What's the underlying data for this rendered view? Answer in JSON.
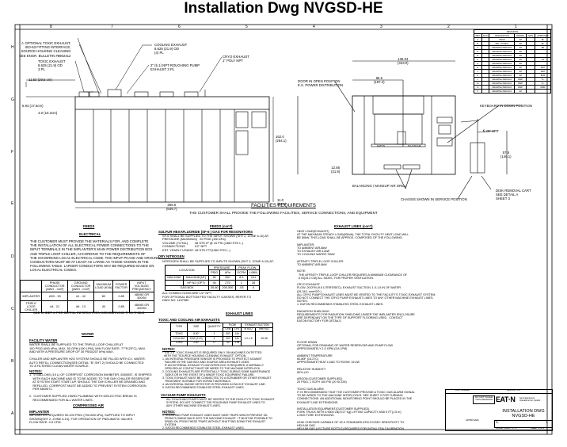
{
  "title": "Installation Dwg NVGSD-HE",
  "zones_columns": [
    "8",
    "7",
    "6",
    "5",
    "4",
    "3",
    "2",
    "1"
  ],
  "zones_rows": [
    "H",
    "G",
    "F",
    "E",
    "D",
    "C",
    "B",
    "A"
  ],
  "front_callouts": {
    "optional_toxic": "⚠ OPTIONAL TOXIC EXHAUST,\nISO-63 FITTING INTERFACE,\nSOURCE HOUSING CLEANING\nSEE ENGR. BULLETIN #8902412",
    "toxic": "TOXIC EXHAUST\n8.625 (21.9) OD\n3 PL",
    "cooling": "COOLING EXHAUST\n8.625 (21.9) OD\n(4) PL",
    "roughing": "2\" (5.1) NPT ROUGHING PUMP\nEXHAUST 3 PL",
    "cryo": "CRYO EXHAUST\n1\" POLY NPT",
    "dim_1153": "11.53 (29.5 cm)",
    "dim_694": "6.94 (17.6cm)",
    "dim_40": "4.0 (10.2cm)",
    "dim_width": "256.6\n(649.7)",
    "dim_height": "162.0\n(284.1)",
    "dim_110": "11.0\n(27.9)"
  },
  "side_callouts": {
    "door": "DOOR IN OPEN POSITION\nE.S. POWER DISTRIBUTION",
    "dim_total": "135.04\n(343.0)",
    "dim_mid": "85.6\n(187.4)",
    "keyboard": "KEYBOARD IN DOWN POSITION",
    "crt": "℄ OF CRT",
    "dim_crt": "57.8\n(146.1)",
    "dim_1256": "12.56\n(31.9)",
    "grill": "BALANCING / MAKEUP AIR GRILL",
    "chassis": "CHASSIS SHOWN IN SERVICE POSITION",
    "cart": "DISK REMOVAL CART\nSEE DETAIL A\nSHEET 3",
    "brand_left": "EATON",
    "brand_right": "NV-GSD-HE"
  },
  "revisions": {
    "title": "REVISIONS",
    "headers": [
      "REV",
      "ECO",
      "DESCRIPTION",
      "DRAWN",
      "DATE",
      "APPROVED"
    ],
    "rows": [
      [
        "A",
        "",
        "ISSUE",
        "JM",
        "",
        "BL"
      ],
      [
        "B",
        "",
        "REL. TO MFG",
        "JM",
        "",
        "BL"
      ],
      [
        "C",
        "",
        "DRAWING PER ECO",
        "JM",
        "",
        "RE"
      ],
      [
        "D",
        "",
        "DRAWING PER ECO",
        "JM",
        "",
        ""
      ],
      [
        "E",
        "",
        "DRAWING PER ECO",
        "JM",
        "",
        ""
      ],
      [
        "F",
        "",
        "DRAWING PER ECO",
        "JM",
        "",
        "DJ"
      ],
      [
        "G",
        "",
        "DRAWING PER ECO",
        "JM",
        "",
        ""
      ],
      [
        "H",
        "",
        "DRAWING PER ECO",
        "JM",
        "",
        "MRT"
      ],
      [
        "J",
        "",
        "DRAWING PER ECO",
        "JM",
        "",
        "MRT"
      ],
      [
        "K",
        "",
        "DRAWING PER ECO",
        "JM",
        "",
        "BLM"
      ],
      [
        "L",
        "",
        "DRAWING PER ECO",
        "RMP",
        "",
        "T.L."
      ],
      [
        "M",
        "",
        "DRAWING PER ECO",
        "RMP",
        "",
        "T.L."
      ],
      [
        "N",
        "",
        "DRAWING PER ECO",
        "RMP",
        "",
        "MRR"
      ],
      [
        "P",
        "",
        "DRAWING PER ECO",
        "JM",
        "",
        ""
      ]
    ]
  },
  "facilities": {
    "heading": "FACILITIES REQUIREMENTS",
    "subheading": "THE CUSTOMER SHALL PROVIDE THE FOLLOWING FACILITIES, SERVICE CONNECTIONS, AND EQUIPMENT"
  },
  "feeds_electrical": {
    "heading": "FEEDS",
    "sub": "ELECTRICAL",
    "body": "THE CUSTOMER MUST PROVIDE THE MATERIALS FOR, AND COMPLETE\nTHE INSTALLATION OF ALL ELECTRICAL POWER CONNECTIONS TO THE\nINPUT TERMINALS IN THE IMPLANTER'S MAIN POWER DISTRIBUTION BOX\nAND TRIPLE LOOP CHILLER, ACCORDING TO THE REQUIREMENTS OF\nTHE GOVERNING LOCAL ELECTRICAL CODE. THE INPUT PHASE AND GROUND\nCONDUCTORS MUST BE AT LEAST AS LARGE AS THOSE SHOWN IN THE\nFOLLOWING TABLE. LARGER CONDUCTORS MAY BE REQUIRED BASED ON\nLOCAL ELECTRICAL CODES.",
    "table_headers": [
      "",
      "PHASE CONDUCTOR (AWG - mm²)",
      "GROUND CONDUCTOR (AWG - mm²)",
      "MAXIMUM LOAD (KVA)",
      "POWER FACTOR",
      "INPUT VOLTAGE/ FREQUENCY"
    ],
    "table_rows": [
      [
        "IMPLANTER",
        "#0/0 - 53",
        "#1 - 42",
        "80",
        "0.85",
        "480/60 OR 400/50"
      ],
      [
        "TRIPLE LOOP CHILLER",
        "#4 - 21",
        "#6 - 13",
        "40",
        "0.85",
        "480/60 OR 400/50"
      ]
    ],
    "note": "SEE SHEET 3 FOR DETAIL INFORMATION CONCERNING THIS TABLE"
  },
  "water": {
    "heading": "WATER",
    "sub": "FACILITY WATER",
    "body": "WATER SHALL BE SUPPLIED TO THE TRIPLE-LOOP CHILLER AT\n100 PSIG (690 kPa), MAX. 50 GPM (190 LPM), MIN FLOW RATE. 77°F(25°C), MAX.\nAND WITH A PRESSURE DROP OF 30 PSID(207 kPa) MAX.\n\nCHILLER AND IMPLANTER H2O SYSTEM SHOULD BE FILLED WITH D.I. WATER.\nAUTO REFILL CONNECTION(SEE DETAIL \"B\",SHT 2) SHOULD BE CONNECTED\nTO A FILTERED CLEAN WATER SOURCE.",
    "notes_label": "NOTES:",
    "notes": "1.  5 GALLONS (19 L) OF CORRPOST CORROSION INHIBITER, 8300057, IS SHIPPED\n    WITH EACH MACHINE AND IS TO BE ADDED TO THE DI/H CHILLER RESERVOIR\n    AT SYSTEM START START-UP. SHOULD THE DI/H CHILLER BE DRAINED AND\n    REFILLED, CORRPOST MUST BE ADDED TO PREVENT SYSTEM CORROSION\n    PER 8800571.\n\n2.  CUSTOMER SUPPLIED HARD PLUMBING WITH DIELECTRIC BREAK IS\n    RECOMMENDED FOR ALL WATER LINES."
  },
  "compressed_air": {
    "heading": "COMPRESSED AIR",
    "sub": "IMPLANTER",
    "body": "IMPLANTER REQUIRES 90-100 PSIG (700-800 kPa), SUPPLIED TO INPUT\nSHOWN(SHT 2, ZONE 6-10), FOR OPERATION OF PNEUMATIC VALVES.\nFLOW RATE: 0.5 CFM."
  },
  "feeds_gas": {
    "heading": "FEEDS (con't)",
    "sf6_heading": "SULFUR HEXAFLUORIDE (SF-6 ) GAS FOR RESONATORS",
    "sf6_body": "SF-6 SHALL BE SUPPLIED TO THE INPUT SHOWN (SHT 2, ZONE 6-10) AT:\nPRESSURE (MAXIMUM)   20 PSIG (330 kPa)\nVOLUME (TOTAL)        48 STD ft³ @ 15 PSI (1360 STD L.)\nCONNECTIONS           1/2\" NPT\nEST. YEARLY USAGE: 48 STD FT³(1360 STD L.)",
    "n2_heading": "DRY NITROGEN",
    "n2_body": "NITROGEN SHALL BE SUPPLIED TO INPUTS SHOWN (SHT 2, ZONE 6-10) AT:",
    "n2_table_headers": [
      "LOCATION",
      "PRESSURE",
      "PEAK FLOW"
    ],
    "n2_table_sub": [
      "PSIG",
      "kPa",
      "SCFM",
      "L/MIN"
    ],
    "n2_rows": [
      [
        "MACHINE",
        "MACHINE(NF)",
        "80",
        "550",
        "8.5",
        "241"
      ],
      [
        "",
        "HP N2 (OPT)",
        "40",
        "275",
        "1",
        "28"
      ],
      [
        "GAS BOX",
        "",
        "30-60",
        "200-500",
        ".03",
        "6"
      ]
    ],
    "note1": "ALL CONNECTIONS ARE 1/2\" NPT",
    "note2": "FOR OPTIONAL BOTTOM FED FACILITY GASSES, REFER TO\nDWG NO. 1157980"
  },
  "exhaust_lines": {
    "heading": "EXHAUST LINES",
    "sub": "TOXIC AND COOLING AIR EXHAUSTS",
    "table_headers": [
      "TYPE",
      "SIZE",
      "QUANTITY",
      "FLOW",
      "EXHAUST SUCTION"
    ],
    "table_sub": [
      "CFM",
      "LPS",
      "in H2O",
      "mm H2O"
    ],
    "rows": [
      [
        "TOXIC",
        "8.50\"",
        "2",
        "500",
        "14k",
        "1.0-1.5",
        "25-38"
      ],
      [
        "COOLING",
        "8.62\"(21.9)",
        "4",
        "300",
        "14k",
        "",
        ""
      ],
      [
        "TOXIC",
        "2.50\"",
        "1*",
        "40",
        "1.9k",
        "",
        ""
      ]
    ],
    "notes_label": "NOTES:",
    "notes": "* THE 2.5\" TOXIC EXHAUST IS REQUIRED ONLY ON MACHINES OUTFITTED\n  WITH THE \"SOURCE HOUSING CLEANING EXHAUST\" OPTION.\n1. AN INTEGRAL PRESSURE SENSOR IS PROVIDED TO PROTECT AGAINST\n   FAILURE IN THE GAS BOX AND SOURCE AREA EXHAUST LINES.\n   IF AN EXTERNAL EXHAUST FLOW INTERLOCK IS REQUIRED, A NORMALLY\n   OPEN RELAY CONTACT MUST BE WIRED TO THE MACHINE INTERLOCK.\n2. COOLING EXHAUSTS ARE POTENTIALLY TOXIC DURING SOME MAINTENANCE\n   TASKS OR IN THE EVENT OF A MINOR TOXIC EQUIPMENT FAILURE.\n3. TOXIC EXHAUST MUST BE CONNECTED TO A SCRUBBER OR OTHER EXHAUST\n   TREATMENT SUITABLE FOR DOPANT MATERIALS.\n4. AN INTEGRAL SMOKE DETECTOR IS PROVIDED IN EACH 8\" EXHAUST LINE.\n5. EATON RECOMMENDS STAINLESS STEEL EXHAUST LINES.",
    "vac_heading": "VACUUM PUMP EXHAUSTS",
    "vac_body": "ALL ROUGHING PUMPS MUST BE VENTED TO THE FACILITY'S TOXIC EXHAUST\nSYSTEM. DO NOT CONNECT THE ROUGHING PUMP EXHAUST LINES TO\nANY OTHER MACHINE EXHAUST LINES.",
    "vac_notes_label": "NOTES:",
    "vac_notes": "1. ROUGHING PUMP EXHAUST LINES MUST HAVE TRAPS WHICH PREVENT OIL\n   FROM FLOWING BACK INTO THE MACHINE EXHAUST.  IT MUST BE POSSIBLE TO\n   DRAIN OIL FROM THESE TRAPS WITHOUT SHUTTING DOWN THE EXHAUST\n   SYSTEM.\n2. EATON RECOMMENDS STAINLESS STEEL EXHAUST LINES."
  },
  "exhaust_cont": {
    "heading": "EXHAUST LINES (con't)",
    "body": "HEAT LOAD(EXHAUST)\nAT THE MAXIMUM STEADY LOAD(80kVA), THE TOTAL FACILITY HEAT LOAD WILL\nBE 80kW. THIS LOAD SHALL BE APPROX. COMPOSED OF THE FOLLOWING:\n\nIMPLANTER:\nTO AMBIENT AIR-8kW\nTO EXHAUST AIR-12kW\nTO COOLING WATER-70kW\n\nAFFINITY TRIPLE-LOOP CHILLER:\nTO AMBIENT AIR-8kW\n\nNOTE:\n  THE AFFINITY TRIPLE-LOOP CHILLER REQUIRES A MINIMUM CLEARANCE OF\n  6 IN(15.2 CM) ALL SIDES, FOR PROPER VENTILATION.\n\nCRYO EXHAUST\nFLOW, 20CFM (9.5 LITERS/SEC); EXHAUST SUCTION, 1.0-1.5 IN OF WATER\n(25-38.1 mmH2O )\nALL CRYO PUMP EXHAUST LINES MUST BE VENTED TO THE FACILITY'S TOXIC EXHAUST SYSTEM.\nDO NOT CONNECT THE CRYO PUMP EXHAUST LINES TO ANY OTHER MACHINE EXHAUST LINES.\nNOTES:\n1. EATON RECOMMENDS STAINLESS STEEL EXHAUST LINES.\n\nRADIATION SHIELDING\nREQUIREMENTS FOR RADIATION SHIELDING UNDER THE IMPLANTER ENCLOSURE\nARE DEPENDANT ON THE TYPE OF SUPPORT FLOORING USED.  CONTACT\nEATON FACTORY FOR DETAILS.",
    "body2": "FLOOR DRAIN\nOPTIONAL FOR DRAINING OF WATER RESERVOIR AND PUMP FLOW\nAPPROXIMATELY 1.0 GPM (3.8 LPM)\n\nAMBIENT TEMPERATURE\n60-80F (15-27C)\nAPPROXIMATE HEAT LOAD TO ROOM: 16 kW\n\nRELATIVE HUMIDITY\n50% ±10\n\nARGON (CUSTOMER SUPPLIED)\n20 PSIG, 1 SCFH 100 PSI (20 SCCM)\n\nTOXIC GAS ALARM\nIT IS RECOMMENDED THAT THE CUSTOMER PROVIDE A TOXIC GAS ALARM SIGNAL\nTO BE WIRED TO THE MACHINE INTERLOCKS. SEE SHEET 2 FOR TURNING\nCONNECTIONS. AN ADDITIONAL MONITORING POINT SHOULD BE PLACED IN THE\nEXHAUST LINE EXTENSIONS.\n\nINSTALLATION EQUIPMENT(CUSTOMER SUPPLIED)\nFORK TRUCK WITH A 9000 LB(3727 Kg) LIFTING CAPACITY AND 5 FT(1.5 m)\nLONG FORK EXTENSIONS.\n\nLEAK CHECKER CAPABLE OF 1E-9 STANDARD ATM-CC/SEC SENSITIVITY TO\nHELIUM GAS.\nHELIUM GAS (LECTURE BOTTLE) REQUIRED FOR INITIAL FDA CALIBRATION"
  },
  "title_block": {
    "do_not_scale": "DO NOT SCALE\nTHIS DRAWING",
    "company": "EAT·N",
    "company_sub": "Semi Equipment\nOperations Ion Implant",
    "dwg_title": "INSTALLATION DWG\nNVGSD-HE",
    "size": "C",
    "rev": "T",
    "scale": "SCALE: 0.04/NT  FT=1",
    "sheet": "SHEET 1 OF 4",
    "approved": "APPROVED",
    "headers": [
      "PART NUMBER",
      "DESCRIPTION"
    ]
  }
}
